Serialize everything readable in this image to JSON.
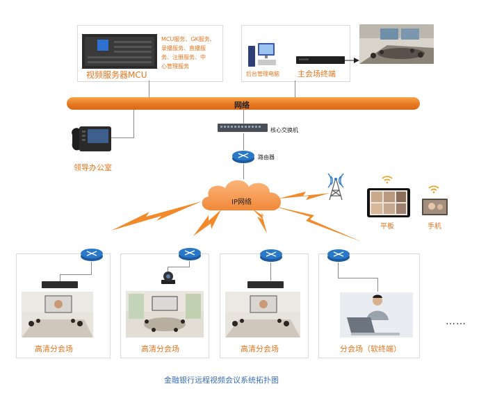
{
  "network_label": "网络",
  "cloud_label": "IP网络",
  "mcu": {
    "label": "视频服务器MCU",
    "services": [
      "MCU服务、GK服务、",
      "录播服务、直播服",
      "务、注册服务、中",
      "心管理服务"
    ]
  },
  "backend_pc": "后台管理电脑",
  "main_terminal": "主会场终端",
  "core_switch": "核心交换机",
  "router": "路由器",
  "leader_office": "领导办公室",
  "tablet": "平板",
  "phone": "手机",
  "branches": [
    "高清分会场",
    "高清分会场",
    "高清分会场",
    "分会场（软终端）"
  ],
  "ellipsis": "……",
  "caption": "金融银行远程视频会议系统拓扑图",
  "colors": {
    "orange": "#e9741d",
    "blue_caption": "#3a6fb8",
    "router_blue": "#2a78c8"
  }
}
